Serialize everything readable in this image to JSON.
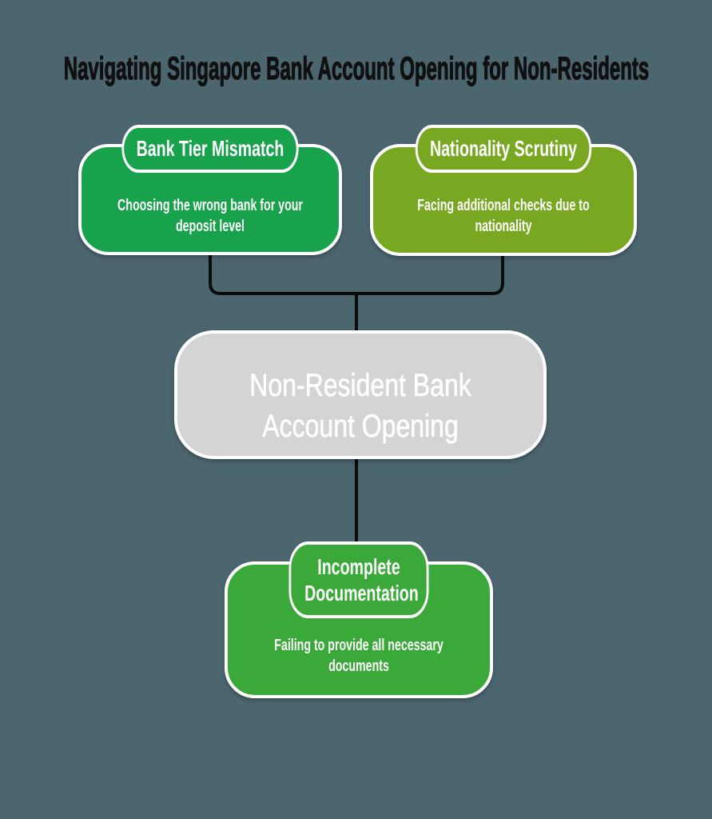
{
  "title": "Navigating Singapore Bank Account Opening for Non-Residents",
  "colors": {
    "background": "#4c6670",
    "title_text": "#101010",
    "connector": "#0b0b0b",
    "node_border": "#ffffff",
    "node_text": "#ffffff",
    "center_fill": "#d4d4d4",
    "bank_tier_fill": "#17a24b",
    "nationality_fill": "#78a822",
    "documentation_fill": "#3aa93a"
  },
  "center_node": {
    "label": "Non-Resident Bank Account Opening"
  },
  "nodes": [
    {
      "header": "Bank Tier Mismatch",
      "body": "Choosing the wrong bank for your deposit level"
    },
    {
      "header": "Nationality Scrutiny",
      "body": "Facing additional checks due to nationality"
    },
    {
      "header": "Incomplete Documentation",
      "body": "Failing to provide all necessary documents"
    }
  ]
}
